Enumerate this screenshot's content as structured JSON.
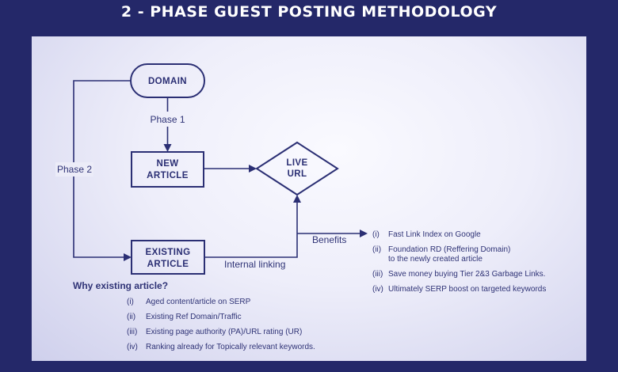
{
  "title": "2 - PHASE GUEST POSTING METHODOLOGY",
  "nodes": {
    "domain": "DOMAIN",
    "new_article": [
      "NEW",
      "ARTICLE"
    ],
    "live_url": [
      "LIVE",
      "URL"
    ],
    "existing_article": [
      "EXISTING",
      "ARTICLE"
    ]
  },
  "edges": {
    "phase1": "Phase 1",
    "phase2": "Phase 2",
    "internal_linking": "Internal linking",
    "benefits": "Benefits"
  },
  "why": {
    "title": "Why existing article?",
    "items": [
      {
        "num": "(i)",
        "text": "Aged content/article on SERP"
      },
      {
        "num": "(ii)",
        "text": "Existing Ref Domain/Traffic"
      },
      {
        "num": "(iii)",
        "text": "Existing page authority (PA)/URL rating (UR)"
      },
      {
        "num": "(iv)",
        "text": "Ranking already for Topically relevant keywords."
      }
    ]
  },
  "benefits": {
    "items": [
      {
        "num": "(i)",
        "text": "Fast Link Index on Google"
      },
      {
        "num": "(ii)",
        "text": "Foundation RD (Reffering Domain)",
        "text2": "to the newly created article"
      },
      {
        "num": "(iii)",
        "text": "Save money buying Tier 2&3 Garbage Links."
      },
      {
        "num": "(iv)",
        "text": "Ultimately SERP boost on targeted keywords"
      }
    ]
  },
  "colors": {
    "background": "#242869",
    "stroke": "#2b2f74"
  }
}
